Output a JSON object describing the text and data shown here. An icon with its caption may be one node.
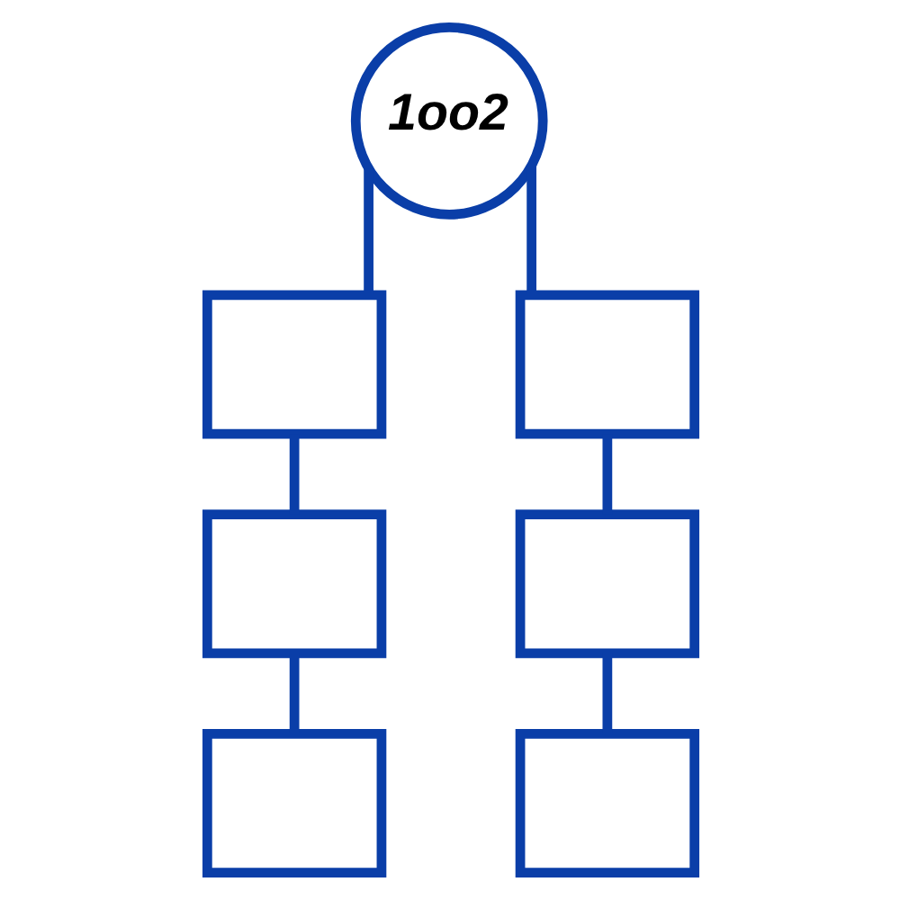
{
  "diagram": {
    "nodes": [
      {
        "text": [
          "1oo2"
        ]
      },
      {
        "text": [],
        "shape": "box"
      },
      {
        "text": [],
        "shape": "box"
      },
      {
        "text": [],
        "shape": "box"
      },
      {
        "text": [],
        "shape": "box"
      },
      {
        "text": [],
        "shape": "box"
      },
      {
        "text": [],
        "shape": "box"
      }
    ],
    "edges": [
      {
        "from": 0,
        "to": 1,
        "arrow": "none"
      },
      {
        "from": 0,
        "to": 2,
        "arrow": "none"
      },
      {
        "from": 1,
        "to": 3,
        "arrow": "none"
      },
      {
        "from": 3,
        "to": 5,
        "arrow": "none"
      },
      {
        "from": 2,
        "to": 4,
        "arrow": "none"
      },
      {
        "from": 4,
        "to": 6,
        "arrow": "none"
      }
    ]
  }
}
